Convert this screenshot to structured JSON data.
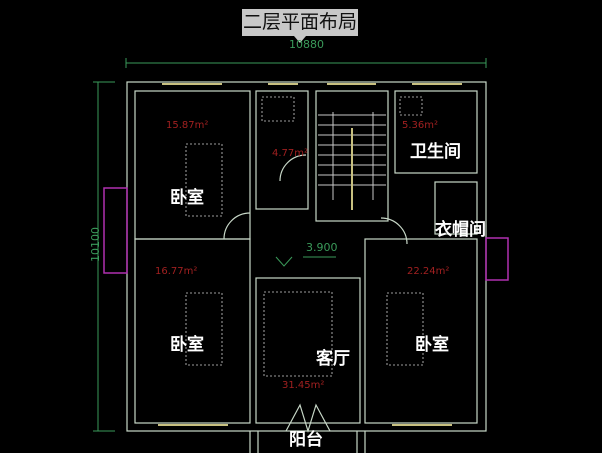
{
  "title": "二层平面布局",
  "dimensions": {
    "width": "10880",
    "height": "10100",
    "level": "3.900"
  },
  "rooms": [
    {
      "name": "卧室",
      "area": "15.87m²"
    },
    {
      "name": "卫生间",
      "area": "5.36m²"
    },
    {
      "name": "衣帽间"
    },
    {
      "name": "卧室",
      "area": "16.77m²"
    },
    {
      "name": "客厅",
      "area": "31.45m²"
    },
    {
      "name": "卧室",
      "area": "22.24m²"
    },
    {
      "name": "阳台"
    }
  ],
  "small_bath_area": "4.77m²",
  "colors": {
    "wall": "#c8d8c8",
    "window": "#c8c080",
    "dimension": "#3a9a5a",
    "area_text": "#a02020",
    "bay_window": "#b030b0"
  }
}
